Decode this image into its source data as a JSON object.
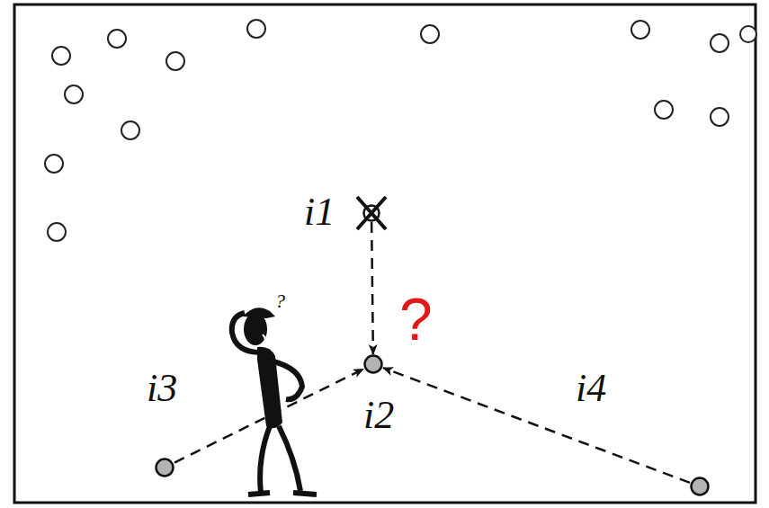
{
  "diagram": {
    "nodes": [
      {
        "text": [
          "i1"
        ]
      },
      {
        "text": [
          "i2"
        ]
      },
      {
        "text": [
          "i3"
        ]
      },
      {
        "text": [
          "i4"
        ]
      }
    ],
    "edges": [
      {
        "from": 0,
        "to": 1,
        "arrow": "to"
      },
      {
        "from": 2,
        "to": 1,
        "arrow": "to"
      },
      {
        "from": 3,
        "to": 1,
        "arrow": "to"
      }
    ],
    "labels": [
      "?",
      "?"
    ]
  }
}
